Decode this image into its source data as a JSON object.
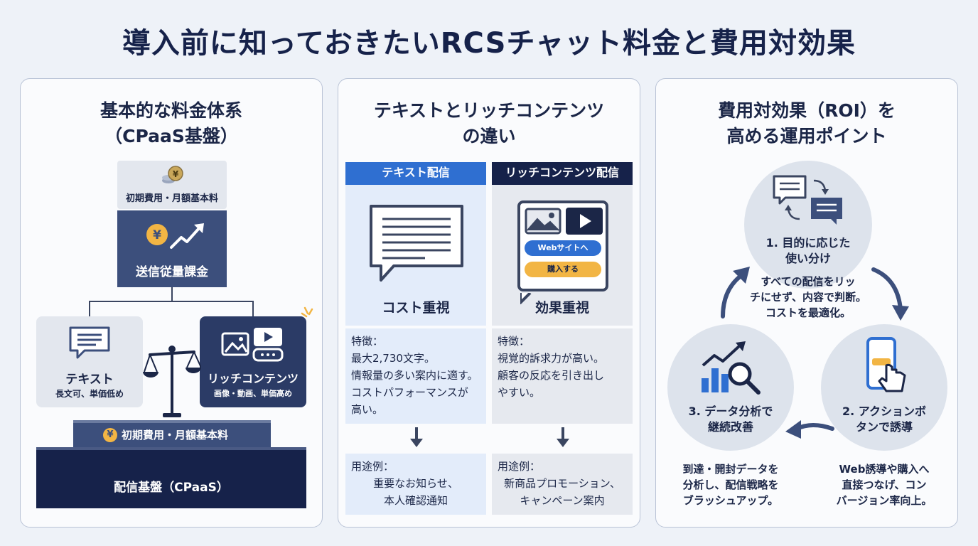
{
  "title": "導入前に知っておきたいRCSチャット料金と費用対効果",
  "panel1": {
    "heading_line1": "基本的な料金体系",
    "heading_line2": "（CPaaS基盤）",
    "top_box_label": "初期費用・月額基本料",
    "usage_label": "送信従量課金",
    "text_card_title": "テキスト",
    "text_card_desc": "長文可、単価低め",
    "rich_card_title": "リッチコンテンツ",
    "rich_card_desc": "画像・動画、単価高め",
    "base_upper_label": "初期費用・月額基本料",
    "base_lower_label": "配信基盤（CPaaS）",
    "yen_symbol": "¥"
  },
  "panel2": {
    "heading_line1": "テキストとリッチコンテンツ",
    "heading_line2": "の違い",
    "text_col": {
      "header": "テキスト配信",
      "caption": "コスト重視",
      "features_label": "特徴：",
      "features": [
        "最大2,730文字。",
        "情報量の多い案内に適す。",
        "コストパフォーマンスが",
        "高い。"
      ],
      "usecase_label": "用途例：",
      "usecases": [
        "重要なお知らせ、",
        "本人確認通知"
      ]
    },
    "rich_col": {
      "header": "リッチコンテンツ配信",
      "caption": "効果重視",
      "web_button": "Webサイトへ",
      "buy_button": "購入する",
      "features_label": "特徴：",
      "features": [
        "視覚的訴求力が高い。",
        "顧客の反応を引き出し",
        "やすい。"
      ],
      "usecase_label": "用途例：",
      "usecases": [
        "新商品プロモーション、",
        "キャンペーン案内"
      ]
    }
  },
  "panel3": {
    "heading_line1": "費用対効果（ROI）を",
    "heading_line2": "高める運用ポイント",
    "step1_title": [
      "1. 目的に応じた",
      "使い分け"
    ],
    "step1_desc": [
      "すべての配信をリッ",
      "チにせず、内容で判断。",
      "コストを最適化。"
    ],
    "step2_title": [
      "2. アクションボ",
      "タンで誘導"
    ],
    "step2_desc": [
      "Web誘導や購入へ",
      "直接つなげ、コン",
      "バージョン率向上。"
    ],
    "step3_title": [
      "3. データ分析で",
      "継続改善"
    ],
    "step3_desc": [
      "到達・開封データを",
      "分析し、配信戦略を",
      "ブラッシュアップ。"
    ]
  },
  "colors": {
    "navy": "#16224a",
    "blue": "#2f6fd1",
    "orange": "#f2b544",
    "light_blue": "#e3ecfa",
    "light_gray": "#e6e9ef"
  }
}
